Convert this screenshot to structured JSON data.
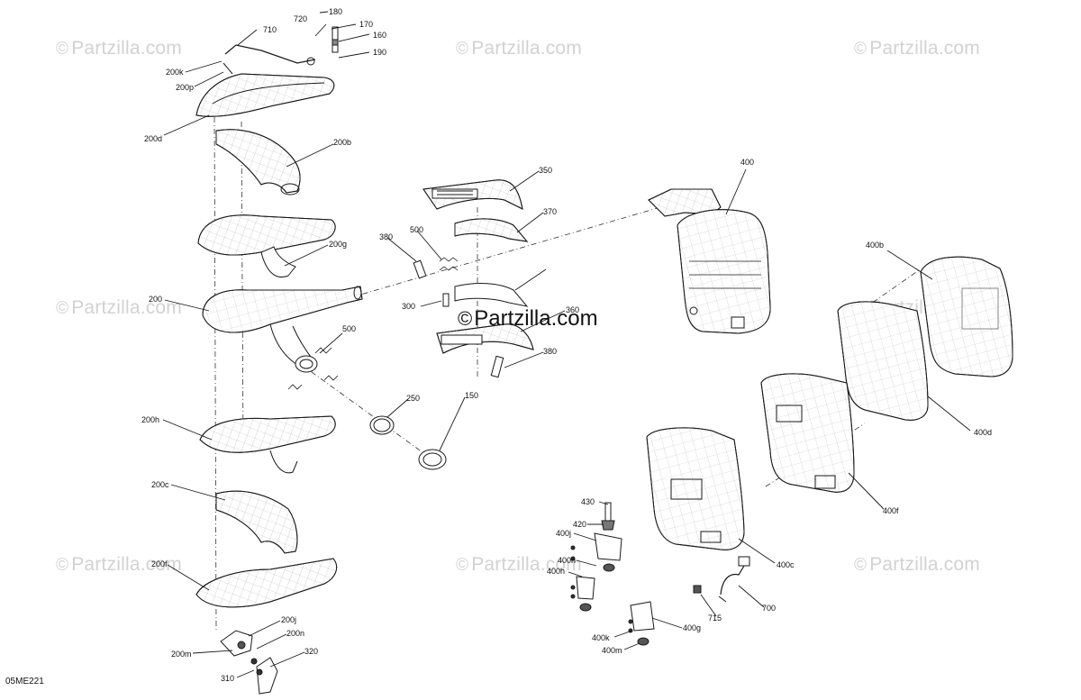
{
  "diagram": {
    "drawing_code": "05ME221",
    "watermark_text": "Partzilla.com",
    "watermark_symbol": "©",
    "brand": {
      "symbol": "©",
      "text": "Partzilla.com"
    },
    "callouts": [
      "180",
      "720",
      "170",
      "710",
      "160",
      "190",
      "200k",
      "200p",
      "200d",
      "200b",
      "200g",
      "200",
      "500",
      "250",
      "150",
      "200h",
      "200c",
      "200f",
      "200j",
      "200n",
      "200m",
      "320",
      "310",
      "350",
      "370",
      "380",
      "500",
      "300",
      "360",
      "380",
      "400",
      "400b",
      "400d",
      "400f",
      "400c",
      "700",
      "715",
      "430",
      "420",
      "400j",
      "400n",
      "400h",
      "400g",
      "400k",
      "400m"
    ]
  },
  "colors": {
    "line": "#1a1a1a",
    "watermark": "#d2d2d2",
    "part_fill": "#ffffff",
    "hatch": "#9a9a9a"
  }
}
